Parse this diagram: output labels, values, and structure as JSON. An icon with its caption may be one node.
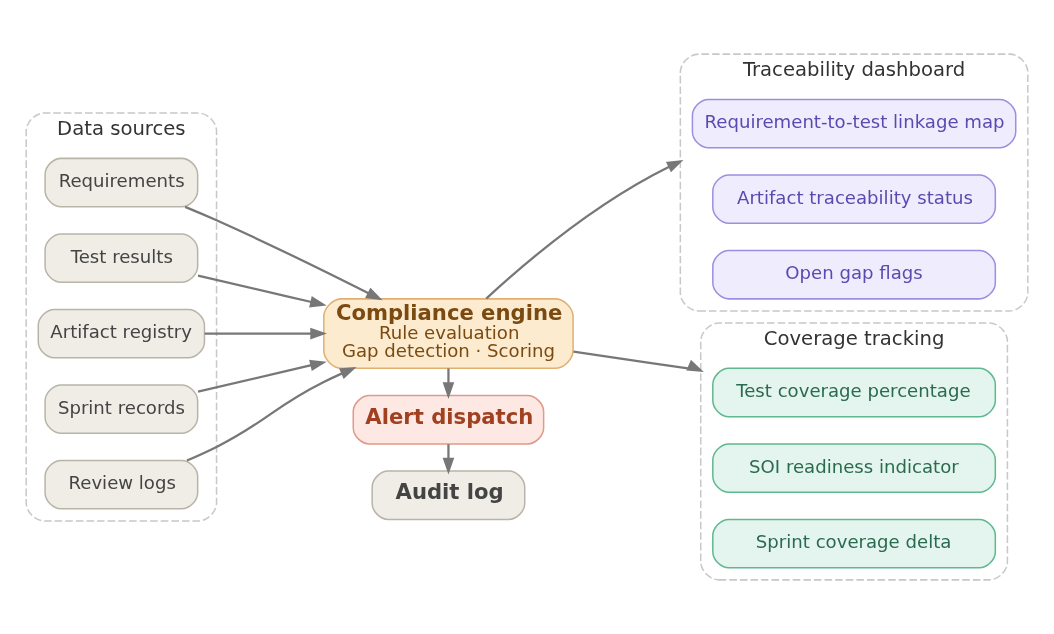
{
  "diagram": {
    "nodes": [
      {
        "text": [
          "Data sources"
        ]
      },
      {
        "text": [
          "Requirements"
        ],
        "in": 0
      },
      {
        "text": [
          "Test results"
        ],
        "in": 0
      },
      {
        "text": [
          "Artifact registry"
        ],
        "in": 0
      },
      {
        "text": [
          "Sprint records"
        ],
        "in": 0
      },
      {
        "text": [
          "Review logs"
        ],
        "in": 0
      },
      {
        "text": [
          "Compliance engine",
          "Rule evaluation",
          "Gap detection · Scoring"
        ]
      },
      {
        "text": [
          "Traceability dashboard"
        ]
      },
      {
        "text": [
          "Requirement-to-test linkage map"
        ],
        "in": 7
      },
      {
        "text": [
          "Artifact traceability status"
        ],
        "in": 7
      },
      {
        "text": [
          "Open gap flags"
        ],
        "in": 7
      },
      {
        "text": [
          "Coverage tracking"
        ]
      },
      {
        "text": [
          "Test coverage percentage"
        ],
        "in": 11
      },
      {
        "text": [
          "SOI readiness indicator"
        ],
        "in": 11
      },
      {
        "text": [
          "Sprint coverage delta"
        ],
        "in": 11
      },
      {
        "text": [
          "Alert dispatch"
        ]
      },
      {
        "text": [
          "Audit log"
        ]
      }
    ],
    "edges": [
      {
        "from": 1,
        "to": 6,
        "arrow": "to"
      },
      {
        "from": 2,
        "to": 6,
        "arrow": "to"
      },
      {
        "from": 3,
        "to": 6,
        "arrow": "to"
      },
      {
        "from": 4,
        "to": 6,
        "arrow": "to"
      },
      {
        "from": 5,
        "to": 6,
        "arrow": "to"
      },
      {
        "from": 6,
        "to": 7,
        "arrow": "to"
      },
      {
        "from": 6,
        "to": 11,
        "arrow": "to"
      },
      {
        "from": 6,
        "to": 15,
        "arrow": "to"
      },
      {
        "from": 15,
        "to": 16,
        "arrow": "to"
      }
    ]
  }
}
